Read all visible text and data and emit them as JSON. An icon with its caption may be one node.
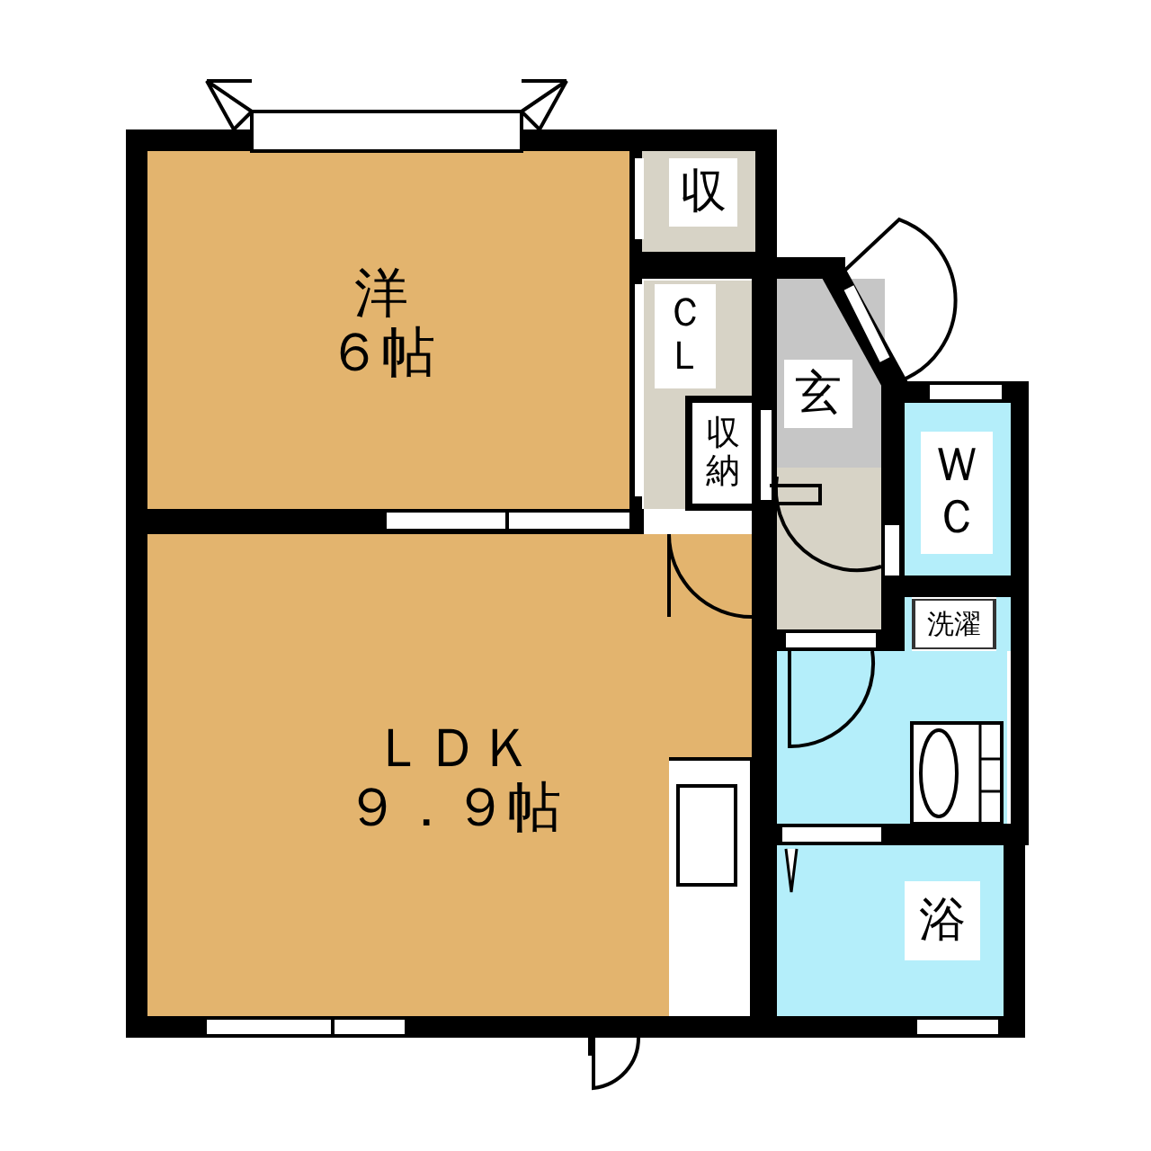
{
  "diagram": {
    "nodes": [
      {
        "text": [
          "洋６帖"
        ]
      },
      {
        "text": [
          "ＬＤＫ９．９帖"
        ]
      },
      {
        "text": [
          "収"
        ]
      },
      {
        "text": [
          "ＣＬ"
        ]
      },
      {
        "text": [
          "収納"
        ]
      },
      {
        "text": [
          "玄"
        ]
      },
      {
        "text": [
          "ＷＣ"
        ]
      },
      {
        "text": [
          "洗濯"
        ]
      },
      {
        "text": [
          "浴"
        ]
      }
    ]
  }
}
